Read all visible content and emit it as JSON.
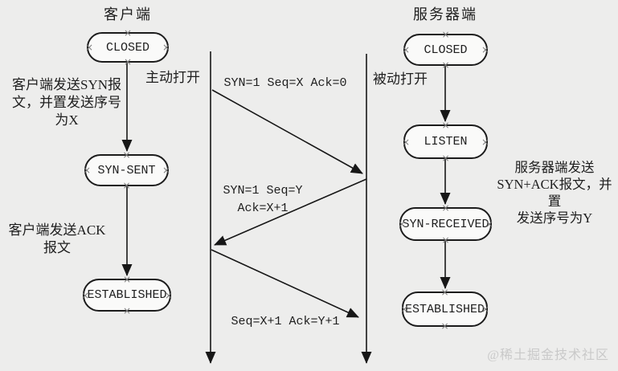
{
  "canvas": {
    "background": "#ededec",
    "line_color": "#171717",
    "node_fill": "#fafaf9",
    "node_border": "#1c1c1c",
    "text_color": "#1e1e1e",
    "anchor_color": "#7c7c7c",
    "watermark_color": "#c9c9c9"
  },
  "client": {
    "title": "客户端",
    "states": {
      "closed": "CLOSED",
      "syn_sent": "SYN-SENT",
      "established": "ESTABLISHED"
    },
    "notes": {
      "open_label": "主动打开",
      "syn_line1": "客户端发送SYN报",
      "syn_line2": "文，并置发送序号",
      "syn_line3": "为X",
      "ack_line1": "客户端发送ACK",
      "ack_line2": "报文"
    }
  },
  "server": {
    "title": "服务器端",
    "states": {
      "closed": "CLOSED",
      "listen": "LISTEN",
      "syn_received": "SYN-RECEIVED",
      "established": "ESTABLISHED"
    },
    "notes": {
      "open_label": "被动打开",
      "synack_line1": "服务器端发送",
      "synack_line2": "SYN+ACK报文，并置",
      "synack_line3": "发送序号为Y"
    }
  },
  "messages": {
    "syn": "SYN=1 Seq=X Ack=0",
    "synack_line1": "SYN=1 Seq=Y",
    "synack_line2": "Ack=X+1",
    "ack": "Seq=X+1 Ack=Y+1"
  },
  "icons": {
    "anchor_glyph": "×"
  },
  "watermark": "@稀土掘金技术社区"
}
